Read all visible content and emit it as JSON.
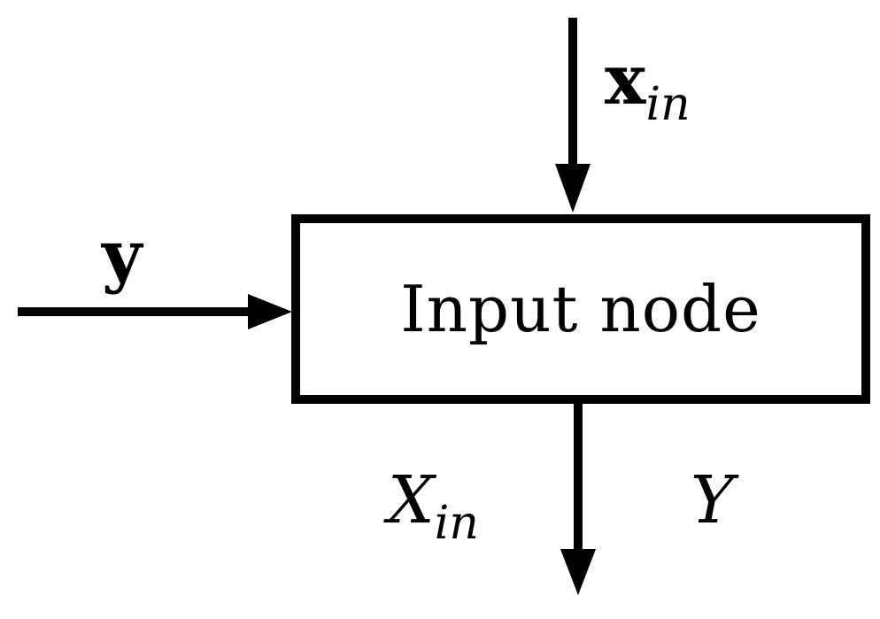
{
  "node": {
    "label": "Input node"
  },
  "inputs": {
    "top": {
      "base": "x",
      "subscript": "in"
    },
    "left": {
      "base": "y"
    }
  },
  "outputs": {
    "left": {
      "base": "X",
      "subscript": "in"
    },
    "right": {
      "base": "Y"
    }
  },
  "colors": {
    "stroke": "#000000",
    "background": "#ffffff"
  }
}
